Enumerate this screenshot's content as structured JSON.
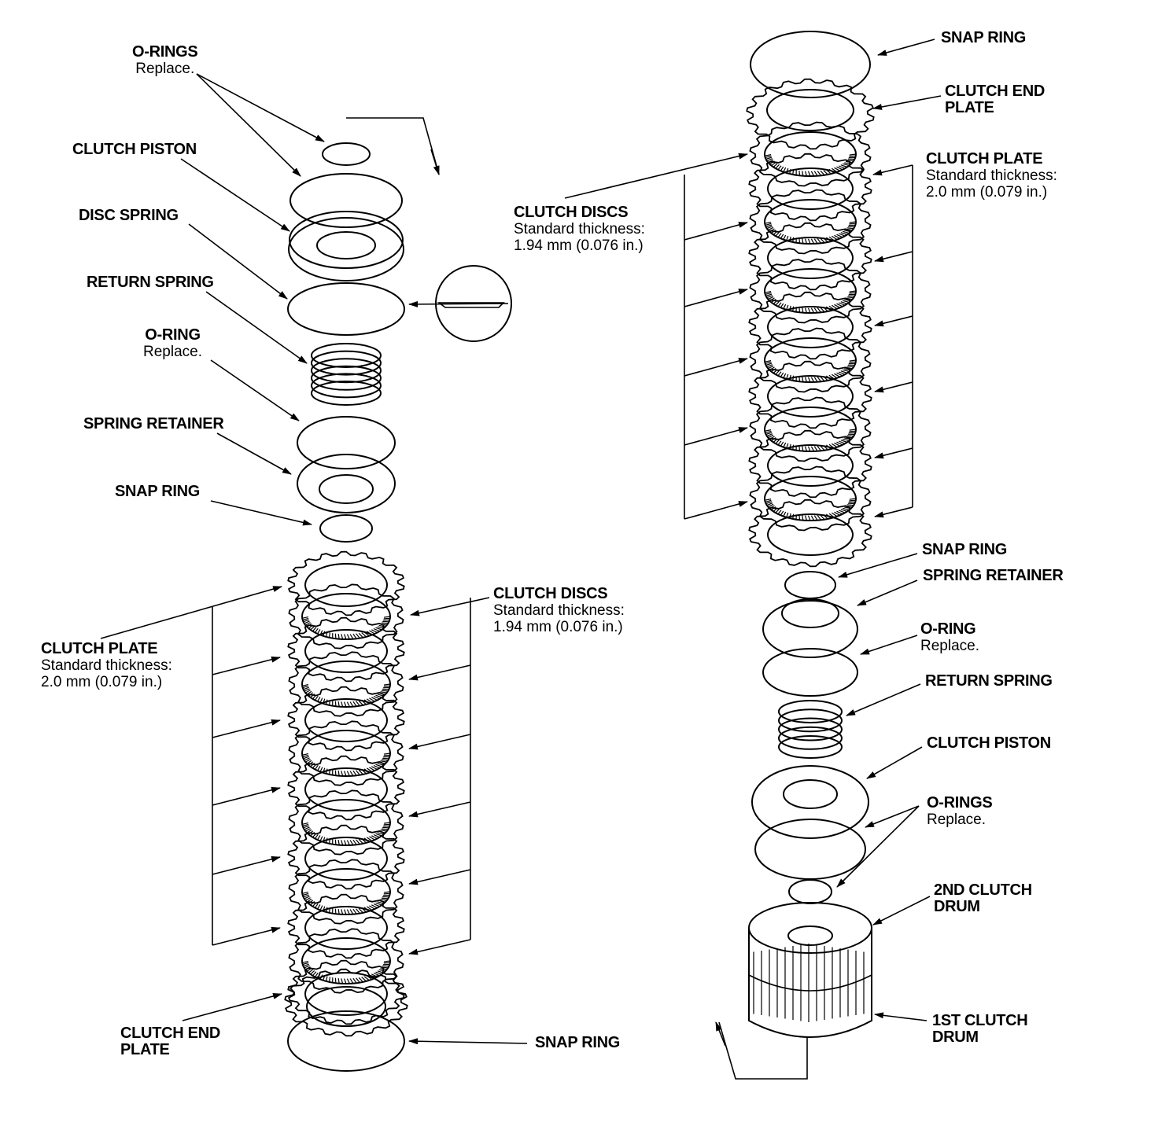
{
  "left_labels": {
    "orings_top": {
      "title": "O-RINGS",
      "note": "Replace."
    },
    "clutch_piston": {
      "title": "CLUTCH PISTON"
    },
    "disc_spring": {
      "title": "DISC SPRING"
    },
    "return_spring": {
      "title": "RETURN SPRING"
    },
    "oring_mid": {
      "title": "O-RING",
      "note": "Replace."
    },
    "spring_retainer": {
      "title": "SPRING RETAINER"
    },
    "snap_ring": {
      "title": "SNAP RING"
    },
    "clutch_discs": {
      "title": "CLUTCH DISCS",
      "note1": "Standard thickness:",
      "note2": "1.94 mm (0.076 in.)"
    },
    "clutch_plate": {
      "title": "CLUTCH PLATE",
      "note1": "Standard thickness:",
      "note2": "2.0 mm (0.079 in.)"
    },
    "clutch_end_plate": {
      "title1": "CLUTCH END",
      "title2": "PLATE"
    },
    "snap_ring_bottom": {
      "title": "SNAP RING"
    }
  },
  "right_labels": {
    "snap_ring_top": {
      "title": "SNAP RING"
    },
    "clutch_end_plate": {
      "title1": "CLUTCH END",
      "title2": "PLATE"
    },
    "clutch_plate": {
      "title": "CLUTCH PLATE",
      "note1": "Standard thickness:",
      "note2": "2.0 mm (0.079 in.)"
    },
    "clutch_discs": {
      "title": "CLUTCH DISCS",
      "note1": "Standard thickness:",
      "note2": "1.94 mm (0.076 in.)"
    },
    "snap_ring": {
      "title": "SNAP RING"
    },
    "spring_retainer": {
      "title": "SPRING RETAINER"
    },
    "oring": {
      "title": "O-RING",
      "note": "Replace."
    },
    "return_spring": {
      "title": "RETURN SPRING"
    },
    "clutch_piston": {
      "title": "CLUTCH PISTON"
    },
    "orings": {
      "title": "O-RINGS",
      "note": "Replace."
    },
    "second_drum": {
      "title1": "2ND CLUTCH",
      "title2": "DRUM"
    },
    "first_drum": {
      "title1": "1ST CLUTCH",
      "title2": "DRUM"
    }
  }
}
